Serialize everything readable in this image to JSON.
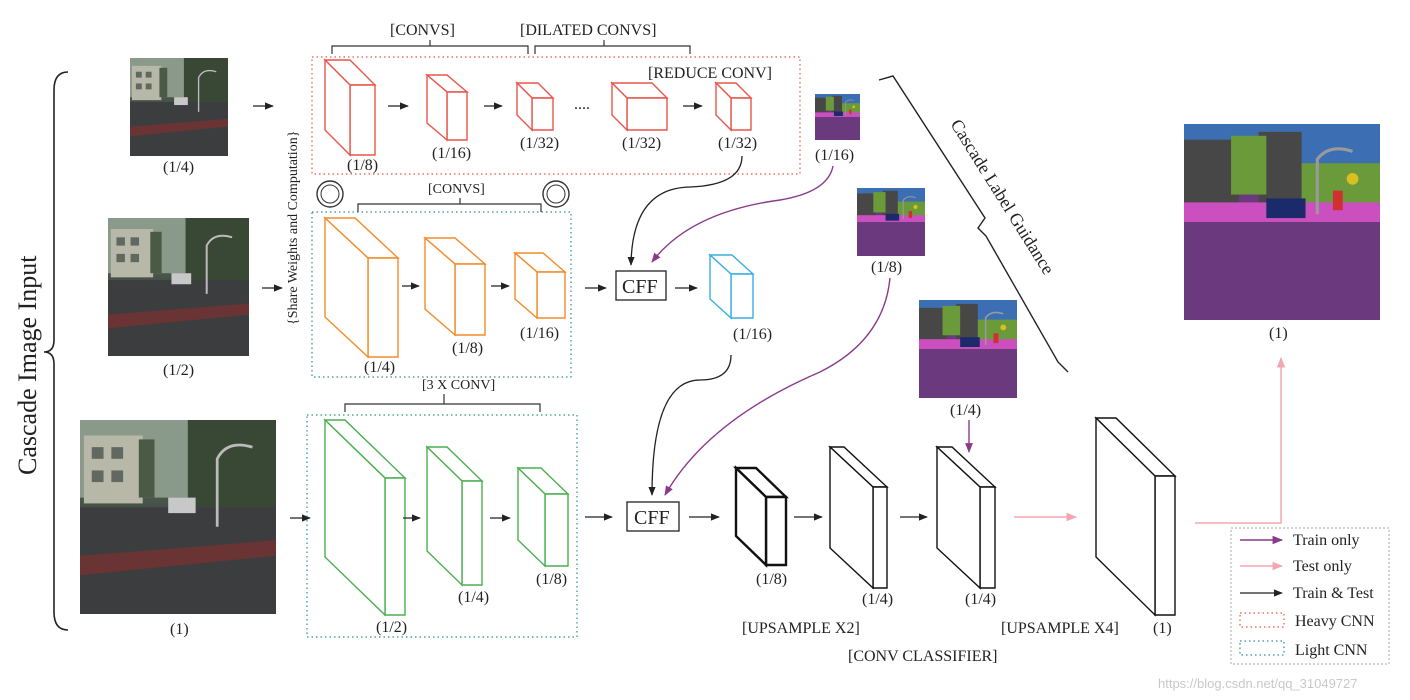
{
  "side_title": "Cascade Image Input",
  "share_label": "{Share Weights and Computation}",
  "inputs": [
    {
      "scale": "(1/4)"
    },
    {
      "scale": "(1/2)"
    },
    {
      "scale": "(1)"
    }
  ],
  "heavy_branch": {
    "convs_label": "[CONVS]",
    "dilated_label": "[DILATED CONVS]",
    "reduce_label": "[REDUCE CONV]",
    "ellipsis": "....",
    "blocks": [
      "(1/8)",
      "(1/16)",
      "(1/32)",
      "(1/32)",
      "(1/32)"
    ]
  },
  "light_branch": {
    "convs_label": "[CONVS]",
    "blocks": [
      "(1/4)",
      "(1/8)",
      "(1/16)"
    ],
    "cff_label": "CFF",
    "output": "(1/16)"
  },
  "low_branch": {
    "convs_label": "[3 X CONV]",
    "blocks": [
      "(1/2)",
      "(1/4)",
      "(1/8)"
    ],
    "cff_label": "CFF"
  },
  "decoder": {
    "blocks": [
      "(1/8)",
      "(1/4)",
      "(1/4)"
    ],
    "upsample_x2": "[UPSAMPLE X2]",
    "upsample_x4": "[UPSAMPLE X4]",
    "final_block": "(1)",
    "classifier": "[CONV CLASSIFIER]"
  },
  "guidance": {
    "title": "Cascade Label Guidance",
    "maps": [
      "(1/16)",
      "(1/8)",
      "(1/4)"
    ]
  },
  "final_output": "(1)",
  "legend": {
    "items": [
      {
        "label": "Train only",
        "color": "#8b3a8b"
      },
      {
        "label": "Test only",
        "color": "#f2a7b0"
      },
      {
        "label": "Train & Test",
        "color": "#222222"
      },
      {
        "label": "Heavy CNN",
        "color": "#e8554a"
      },
      {
        "label": "Light CNN",
        "color": "#2a8f8f"
      }
    ]
  },
  "colors": {
    "heavy": "#e8554a",
    "light": "#f28c28",
    "low": "#4caf50",
    "cff_out": "#3aaee0",
    "train_only": "#8b3a8b",
    "test_only": "#f2a7b0",
    "segmentation_purple": "#6b3a7e",
    "segmentation_green": "#6a9a3a"
  },
  "watermark": "https://blog.csdn.net/qq_31049727"
}
